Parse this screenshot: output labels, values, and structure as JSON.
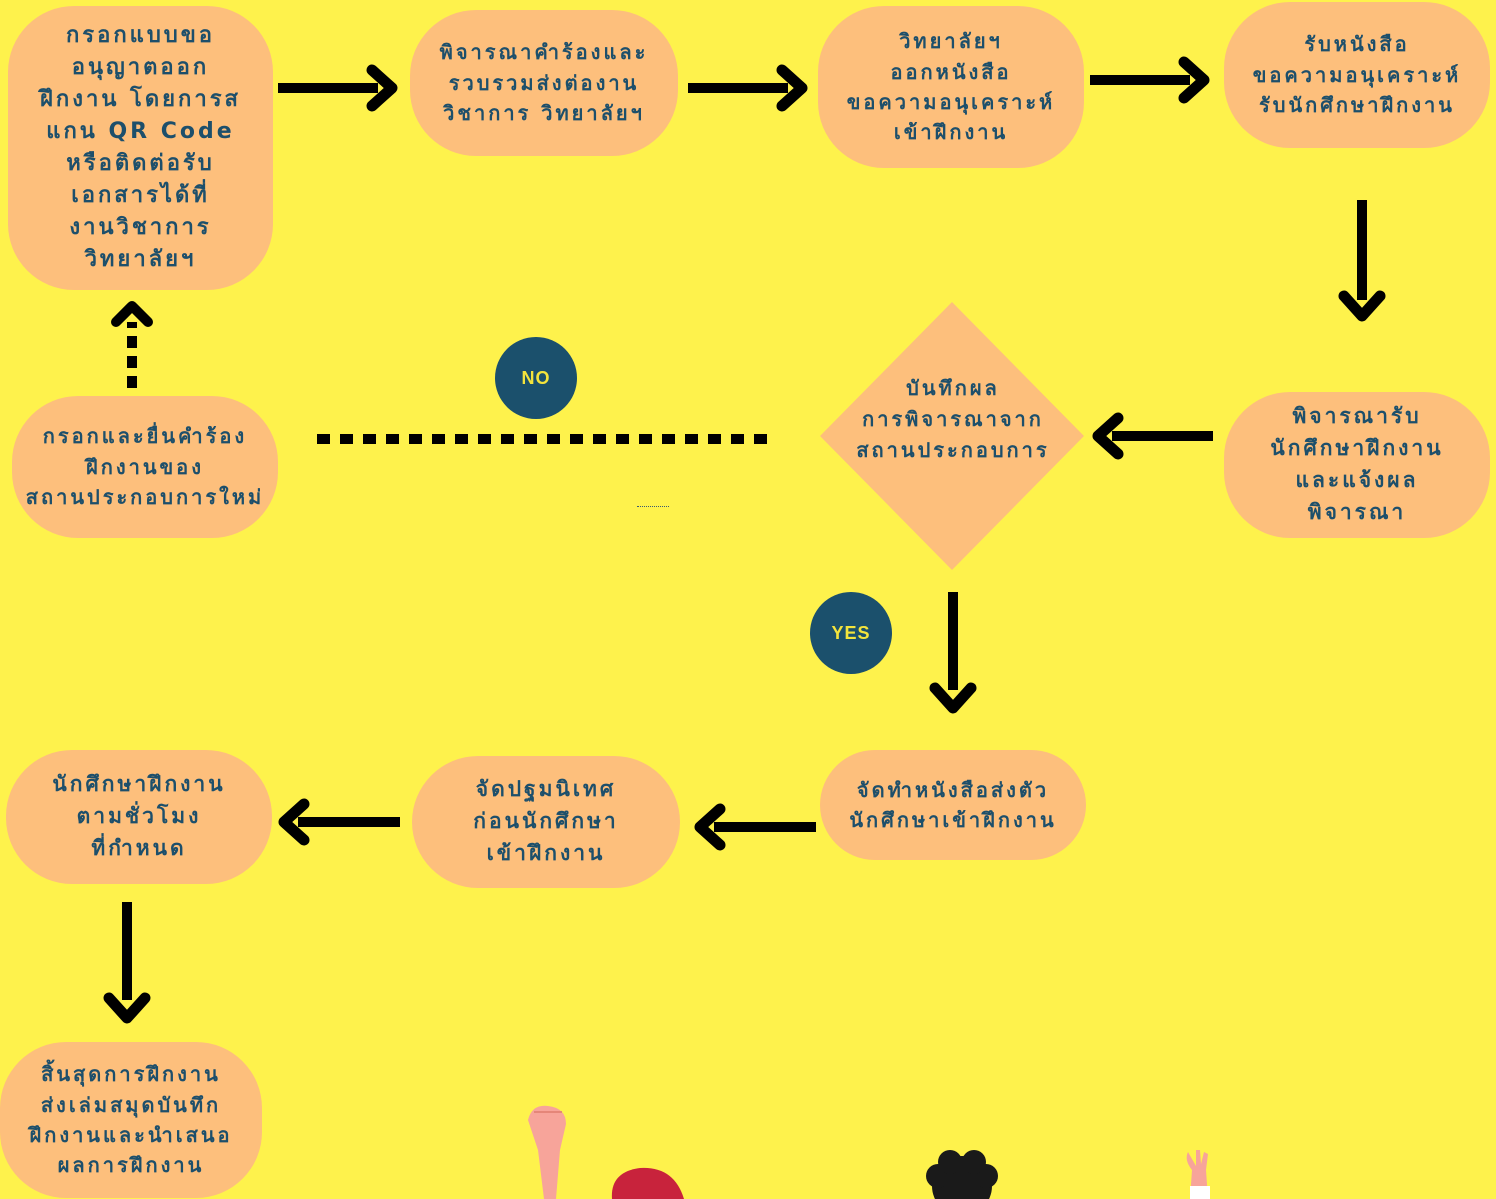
{
  "steps": {
    "request_form": "กรอกแบบขอ\nอนุญาตออก\nฝึกงาน โดยการส\nแกน QR Code\nหรือติดต่อรับ\nเอกสารได้ที่\nงานวิชาการ\nวิทยาลัยฯ",
    "consider_request": "พิจารณาคำร้องและ\nรวบรวมส่งต่องาน\nวิชาการ วิทยาลัยฯ",
    "issue_letter": "วิทยาลัยฯ\nออกหนังสือ\nขอความอนุเคราะห์\nเข้าฝึกงาน",
    "receive_letter": "รับหนังสือ\nขอความอนุเคราะห์\nรับนักศึกษาฝึกงาน",
    "consider_accept": "พิจารณารับ\nนักศึกษาฝึกงาน\nและแจ้งผล\nพิจารณา",
    "record_result": "บันทึกผล\nการพิจารณาจาก\nสถานประกอบการ",
    "new_request": "กรอกและยื่นคำร้อง\nฝึกงานของ\nสถานประกอบการใหม่",
    "send_letter": "จัดทำหนังสือส่งตัว\nนักศึกษาเข้าฝึกงาน",
    "orientation": "จัดปฐมนิเทศ\nก่อนนักศึกษา\nเข้าฝึกงาน",
    "internship_hours": "นักศึกษาฝึกงาน\nตามชั่วโมง\nที่กำหนด",
    "finish": "สิ้นสุดการฝึกงาน\nส่งเล่มสมุดบันทึก\nฝึกงานและนำเสนอ\nผลการฝึกงาน"
  },
  "badges": {
    "no": "NO",
    "yes": "YES"
  },
  "colors": {
    "background": "#fef24c",
    "node": "#fdbf7c",
    "text": "#1d4f6b",
    "badge": "#1b506c",
    "badge_text": "#f4e43c",
    "arrow": "#000000"
  }
}
